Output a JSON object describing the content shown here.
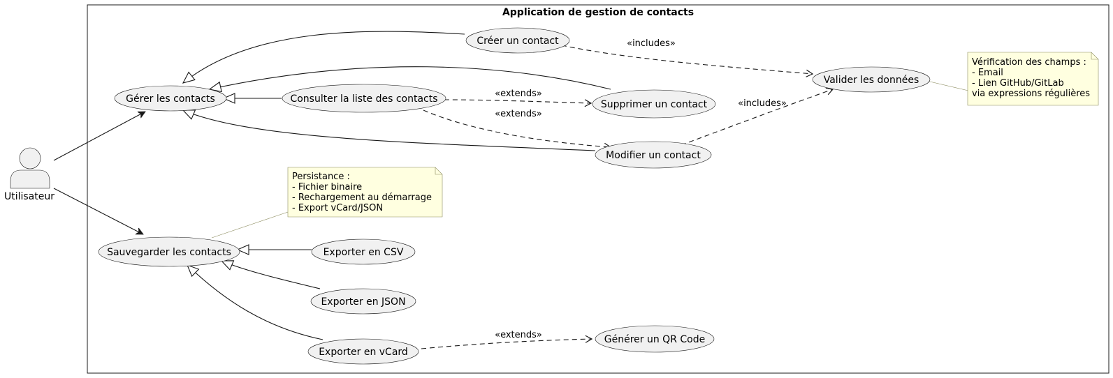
{
  "diagram": {
    "system_title": "Application de gestion de contacts",
    "actor": {
      "label": "Utilisateur",
      "icon": "person-icon"
    },
    "use_cases": {
      "gerer": "Gérer les contacts",
      "creer": "Créer un contact",
      "consulter": "Consulter la liste des contacts",
      "supprimer": "Supprimer un contact",
      "modifier": "Modifier un contact",
      "valider": "Valider les données",
      "sauvegarder": "Sauvegarder les contacts",
      "csv": "Exporter en CSV",
      "json": "Exporter en JSON",
      "vcard": "Exporter en vCard",
      "qr": "Générer un QR Code"
    },
    "relations": {
      "creer_valider": "«includes»",
      "consulter_supprimer": "«extends»",
      "consulter_modifier": "«extends»",
      "modifier_valider": "«includes»",
      "vcard_qr": "«extends»"
    },
    "notes": {
      "validation": [
        "Vérification des champs :",
        "- Email",
        "- Lien GitHub/GitLab",
        "via expressions régulières"
      ],
      "persistance": [
        "Persistance :",
        "- Fichier binaire",
        "- Rechargement au démarrage",
        "- Export vCard/JSON"
      ]
    }
  }
}
